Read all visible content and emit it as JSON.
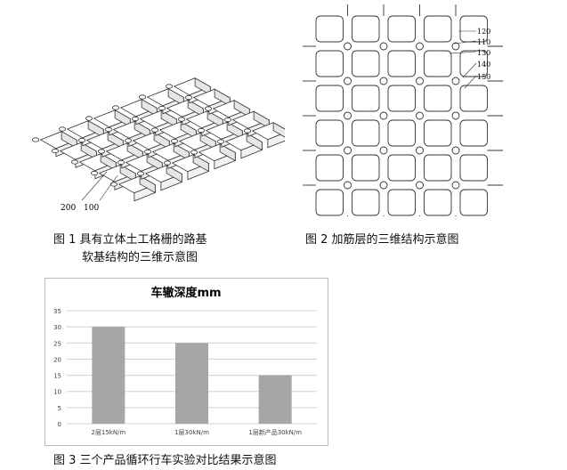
{
  "figure1": {
    "callouts": [
      "200",
      "100"
    ],
    "caption_line1": "图 1  具有立体土工格栅的路基",
    "caption_line2": "软基结构的三维示意图"
  },
  "figure2": {
    "callouts": [
      "120",
      "110",
      "130",
      "140",
      "150"
    ],
    "caption": "图 2  加筋层的三维结构示意图"
  },
  "figure3": {
    "caption": "图 3  三个产品循环行车实验对比结果示意图"
  },
  "chart_data": {
    "type": "bar",
    "title": "车辙深度mm",
    "categories": [
      "2层15kN/m",
      "1层30kN/m",
      "1层新产品30kN/m"
    ],
    "values": [
      30,
      25,
      15
    ],
    "ylim": [
      0,
      35
    ],
    "yticks": [
      "0",
      "5",
      "10",
      "15",
      "20",
      "25",
      "30",
      "35"
    ],
    "grid": true,
    "bar_color": "#a6a6a6",
    "xlabel": "",
    "ylabel": ""
  }
}
